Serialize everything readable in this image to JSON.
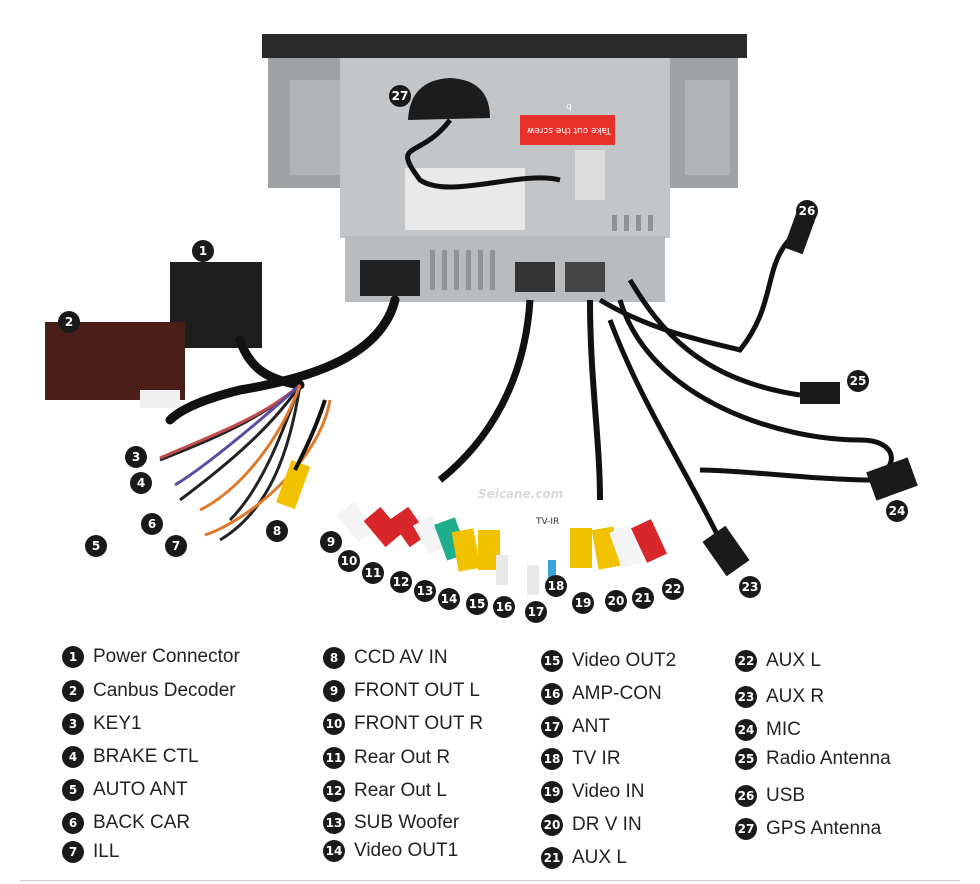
{
  "watermark": "Seicane.com",
  "sticker_text": "Take out the screw b",
  "tv_ir_tag": "TV-IR",
  "markers": [
    "1",
    "2",
    "3",
    "4",
    "5",
    "6",
    "7",
    "8",
    "9",
    "10",
    "11",
    "12",
    "13",
    "14",
    "15",
    "16",
    "17",
    "18",
    "19",
    "20",
    "21",
    "22",
    "23",
    "24",
    "25",
    "26",
    "27"
  ],
  "legend": [
    {
      "num": "1",
      "label": "Power Connector"
    },
    {
      "num": "2",
      "label": "Canbus Decoder"
    },
    {
      "num": "3",
      "label": "KEY1"
    },
    {
      "num": "4",
      "label": "BRAKE CTL"
    },
    {
      "num": "5",
      "label": "AUTO ANT"
    },
    {
      "num": "6",
      "label": "BACK CAR"
    },
    {
      "num": "7",
      "label": "ILL"
    },
    {
      "num": "8",
      "label": "CCD AV IN"
    },
    {
      "num": "9",
      "label": "FRONT OUT L"
    },
    {
      "num": "10",
      "label": "FRONT OUT R"
    },
    {
      "num": "11",
      "label": "Rear Out R"
    },
    {
      "num": "12",
      "label": "Rear Out L"
    },
    {
      "num": "13",
      "label": "SUB Woofer"
    },
    {
      "num": "14",
      "label": "Video OUT1"
    },
    {
      "num": "15",
      "label": "Video OUT2"
    },
    {
      "num": "16",
      "label": "AMP-CON"
    },
    {
      "num": "17",
      "label": "ANT"
    },
    {
      "num": "18",
      "label": "TV IR"
    },
    {
      "num": "19",
      "label": "Video IN"
    },
    {
      "num": "20",
      "label": "DR V IN"
    },
    {
      "num": "21",
      "label": "AUX L"
    },
    {
      "num": "22",
      "label": "AUX L"
    },
    {
      "num": "23",
      "label": "AUX R"
    },
    {
      "num": "24",
      "label": "MIC"
    },
    {
      "num": "25",
      "label": "Radio Antenna"
    },
    {
      "num": "26",
      "label": "USB"
    },
    {
      "num": "27",
      "label": "GPS Antenna"
    }
  ]
}
